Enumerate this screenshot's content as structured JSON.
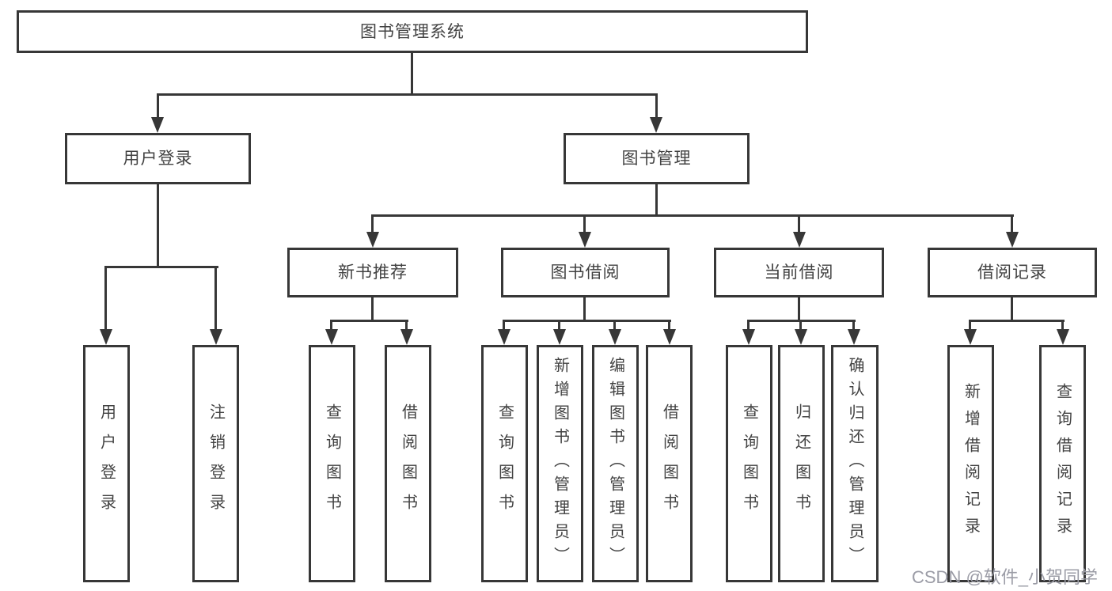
{
  "nodes": {
    "root": "图书管理系统",
    "user_login": "用户登录",
    "book_mgmt": "图书管理",
    "new_books": "新书推荐",
    "book_borrow": "图书借阅",
    "current_borrow": "当前借阅",
    "borrow_records": "借阅记录"
  },
  "leaves": {
    "user_login": [
      "用户登录",
      "注销登录"
    ],
    "new_books": [
      "查询图书",
      "借阅图书"
    ],
    "book_borrow": [
      "查询图书",
      "新增图书（管理员）",
      "编辑图书（管理员）",
      "借阅图书"
    ],
    "current_borrow": [
      "查询图书",
      "归还图书",
      "确认归还（管理员）"
    ],
    "borrow_records": [
      "新增借阅记录",
      "查询借阅记录"
    ]
  },
  "watermark": "CSDN @软件_小贺同学",
  "colors": {
    "line": "#373737",
    "text": "#424242",
    "watermark": "#9b9ca6",
    "background": "#ffffff"
  }
}
